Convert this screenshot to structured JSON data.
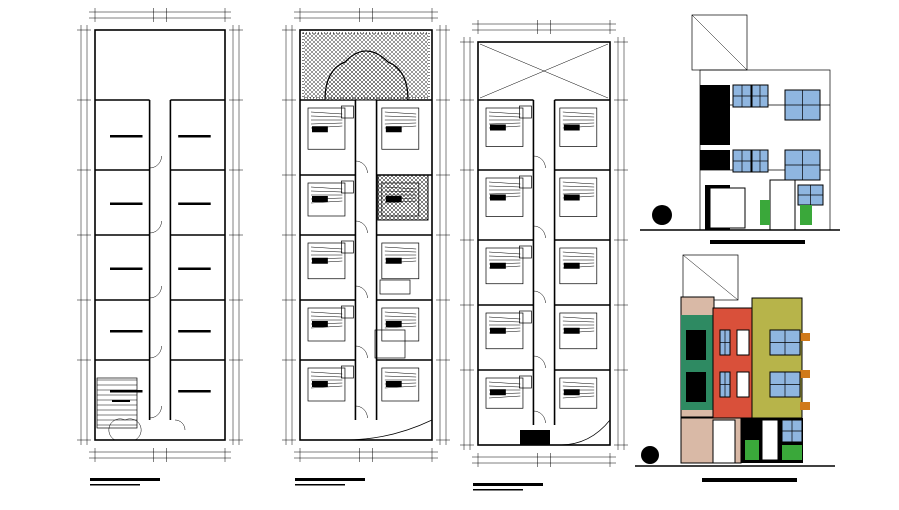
{
  "drawing": {
    "views": [
      "ground-floor-plan",
      "typical-floor-plan",
      "upper-floor-plan",
      "front-elevation-line",
      "front-elevation-colored"
    ]
  },
  "colors": {
    "line": "#000000",
    "facade_beige": "#d9b9a6",
    "facade_green": "#2e8a62",
    "facade_red": "#d9503a",
    "facade_olive": "#b7b44a",
    "accent_orange": "#d07a1a",
    "glass_blue": "#8fb6e0",
    "plant_green": "#3aa83a"
  }
}
